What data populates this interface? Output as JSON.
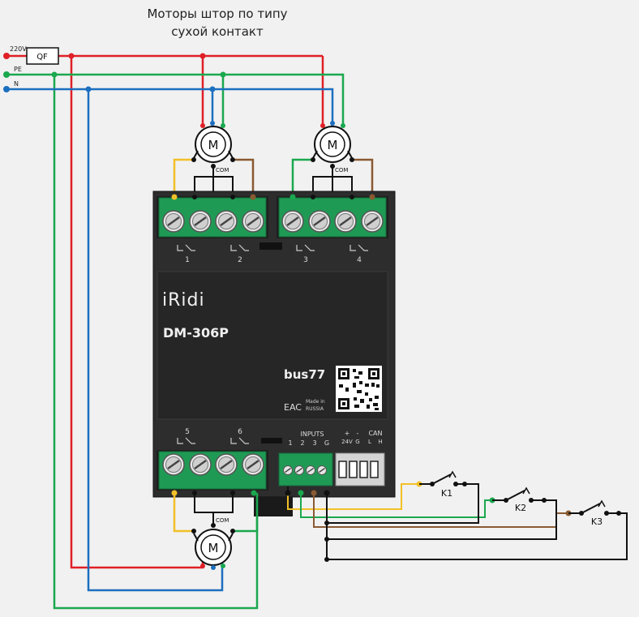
{
  "title": {
    "line1": "Моторы штор по типу",
    "line2": "сухой контакт"
  },
  "supply": {
    "phase_label": "220V",
    "pe_label": "PE",
    "neutral_label": "N",
    "breaker_label": "QF"
  },
  "motors": {
    "motor_label": "M",
    "com_label": "COM"
  },
  "device": {
    "brand": "iRidi",
    "model": "DM-306P",
    "bus_logo": "bus77",
    "eac_mark": "EAC",
    "made_in_line1": "Made in",
    "made_in_line2": "RUSSIA",
    "relay_labels": [
      "1",
      "2",
      "3",
      "4",
      "5",
      "6"
    ],
    "inputs_label": "INPUTS",
    "input_terminals": [
      "1",
      "2",
      "3",
      "G"
    ],
    "power_plus": "+",
    "power_minus": "-",
    "power_24v": "24V",
    "power_g": "G",
    "can_label": "CAN",
    "can_l": "L",
    "can_h": "H"
  },
  "switches": [
    "K1",
    "K2",
    "K3"
  ],
  "colors": {
    "phase": "#e01f26",
    "pe": "#1aa84e",
    "neutral": "#1c6fc0",
    "yellow": "#f2c028",
    "brown": "#8a5a32",
    "black": "#111111",
    "module": "#2a2a2a",
    "terminal": "#1f9a54"
  }
}
